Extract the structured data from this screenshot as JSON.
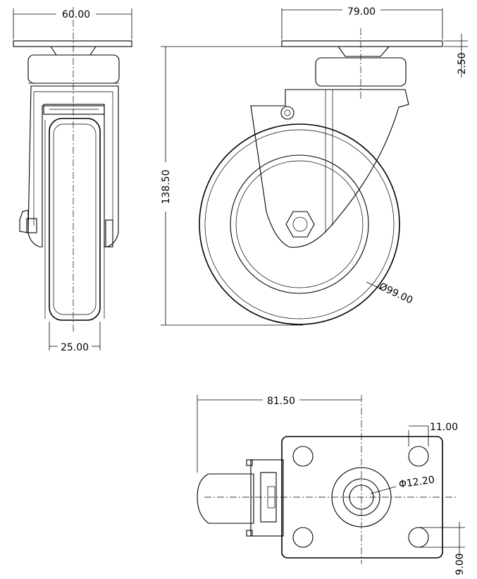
{
  "dimensions": {
    "top_plate_width_front": "60.00",
    "wheel_width": "25.00",
    "top_plate_width_side": "79.00",
    "plate_thickness": "2.50",
    "overall_height": "138.50",
    "wheel_diameter": "Ø99.00",
    "bottom_overall_length": "81.50",
    "slot_width": "11.00",
    "center_hole_diameter": "Φ12.20",
    "slot_height": "9.00"
  }
}
